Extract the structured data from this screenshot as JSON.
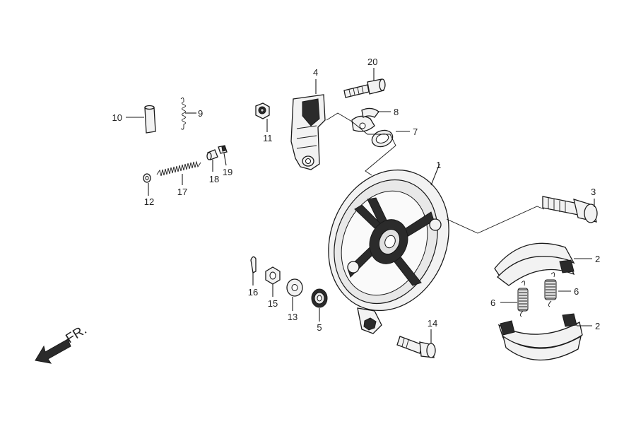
{
  "diagram": {
    "labels": {
      "p1": "1",
      "p2a": "2",
      "p2b": "2",
      "p3": "3",
      "p4": "4",
      "p5": "5",
      "p6a": "6",
      "p6b": "6",
      "p7": "7",
      "p8": "8",
      "p9": "9",
      "p10": "10",
      "p11": "11",
      "p12": "12",
      "p13": "13",
      "p14": "14",
      "p15": "15",
      "p16": "16",
      "p17": "17",
      "p18": "18",
      "p19": "19",
      "p20": "20"
    },
    "direction_label": "FR."
  }
}
